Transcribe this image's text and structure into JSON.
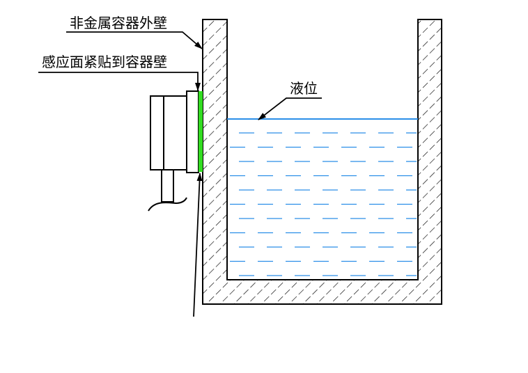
{
  "labels": {
    "outer_wall": "非金属容器外壁",
    "sensing_face": "感应面紧贴到容器壁",
    "liquid_level": "液位"
  },
  "colors": {
    "liquid": "#2a8ee8",
    "sensing_face": "#33dd22",
    "line": "#000000"
  }
}
